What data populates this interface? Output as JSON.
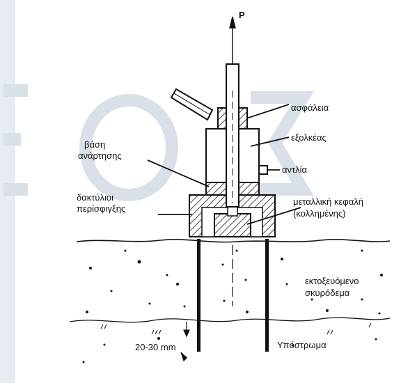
{
  "labels": {
    "force": "P",
    "safety": "ασφάλεια",
    "extractor": "εξολκέας",
    "pump": "αντλία",
    "suspension_base_1": "βάση",
    "suspension_base_2": "ανάρτησης",
    "rings_1": "δακτύλιοι",
    "rings_2": "περίσφιγξης",
    "head_1": "μεταλλική κεφαλή",
    "head_2": "(κολλημένης)",
    "concrete_1": "εκτοξευόμενο",
    "concrete_2": "σκυρόδεμα",
    "substrate": "Υπόστρωμα",
    "depth": "20-30 mm"
  },
  "colors": {
    "background": "#e6ecf2",
    "paper": "#ffffff",
    "ink": "#111111",
    "watermark": "#d9e0e8"
  }
}
